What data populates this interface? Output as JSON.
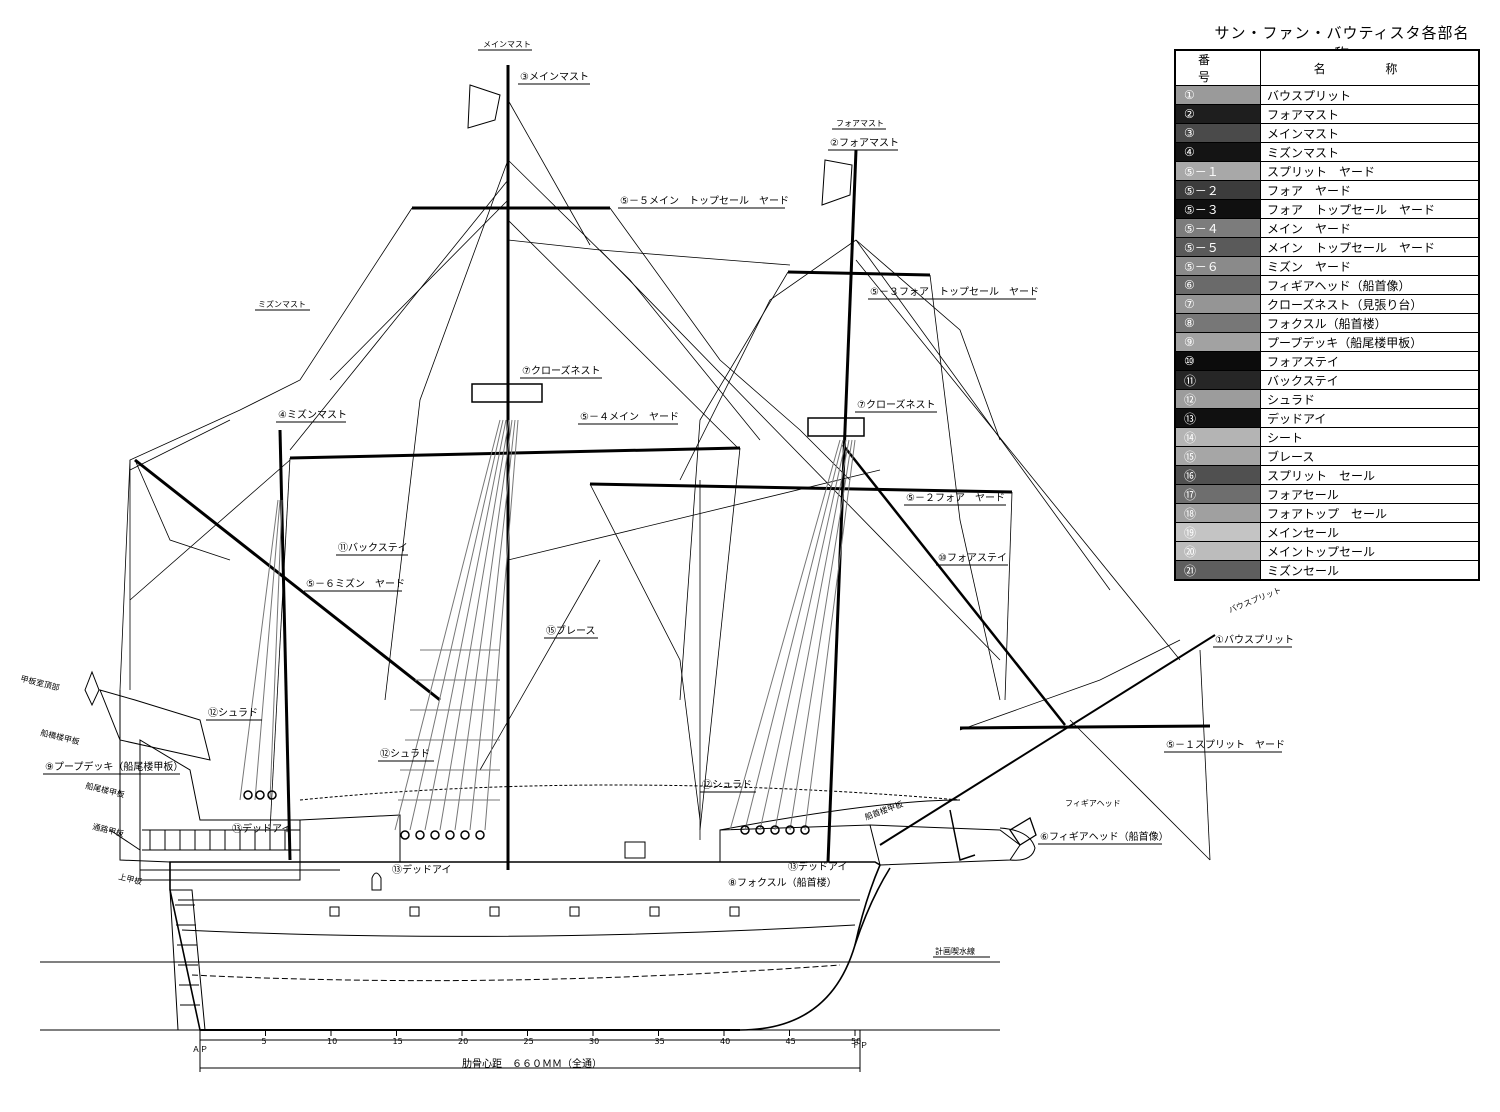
{
  "legend": {
    "title": "サン・ファン・バウティスタ各部名称",
    "col_number": "番 号",
    "col_name": "名 称",
    "rows": [
      {
        "num": "①",
        "name": "バウスプリット",
        "shade": "#9a9a9a"
      },
      {
        "num": "②",
        "name": "フォアマスト",
        "shade": "#1e1e1e"
      },
      {
        "num": "③",
        "name": "メインマスト",
        "shade": "#4a4a4a"
      },
      {
        "num": "④",
        "name": "ミズンマスト",
        "shade": "#141414"
      },
      {
        "num": "⑤－１",
        "name": "スプリット　ヤード",
        "shade": "#a8a8a8"
      },
      {
        "num": "⑤－２",
        "name": "フォア　ヤード",
        "shade": "#3c3c3c"
      },
      {
        "num": "⑤－３",
        "name": "フォア　トップセール　ヤード",
        "shade": "#101010"
      },
      {
        "num": "⑤－４",
        "name": "メイン　ヤード",
        "shade": "#7c7c7c"
      },
      {
        "num": "⑤－５",
        "name": "メイン　トップセール　ヤード",
        "shade": "#5a5a5a"
      },
      {
        "num": "⑤－６",
        "name": "ミズン　ヤード",
        "shade": "#8a8a8a"
      },
      {
        "num": "⑥",
        "name": "フィギアヘッド（船首像）",
        "shade": "#6a6a6a"
      },
      {
        "num": "⑦",
        "name": "クローズネスト（見張り台）",
        "shade": "#959595"
      },
      {
        "num": "⑧",
        "name": "フォクスル（船首楼）",
        "shade": "#777777"
      },
      {
        "num": "⑨",
        "name": "プープデッキ（船尾楼甲板）",
        "shade": "#a2a2a2"
      },
      {
        "num": "⑩",
        "name": "フォアステイ",
        "shade": "#0c0c0c"
      },
      {
        "num": "⑪",
        "name": "バックステイ",
        "shade": "#262626"
      },
      {
        "num": "⑫",
        "name": "シュラド",
        "shade": "#9c9c9c"
      },
      {
        "num": "⑬",
        "name": "デッドアイ",
        "shade": "#101010"
      },
      {
        "num": "⑭",
        "name": "シート",
        "shade": "#b4b4b4"
      },
      {
        "num": "⑮",
        "name": "ブレース",
        "shade": "#a6a6a6"
      },
      {
        "num": "⑯",
        "name": "スプリット　セール",
        "shade": "#505050"
      },
      {
        "num": "⑰",
        "name": "フォアセール",
        "shade": "#6e6e6e"
      },
      {
        "num": "⑱",
        "name": "フォアトップ　セール",
        "shade": "#a0a0a0"
      },
      {
        "num": "⑲",
        "name": "メインセール",
        "shade": "#c4c4c4"
      },
      {
        "num": "⑳",
        "name": "メイントップセール",
        "shade": "#bcbcbc"
      },
      {
        "num": "㉑",
        "name": "ミズンセール",
        "shade": "#5e5e5e"
      }
    ]
  },
  "labels": {
    "main_mast_top": "メインマスト",
    "main_mast": "③メインマスト",
    "fore_mast_top": "フォアマスト",
    "fore_mast": "②フォアマスト",
    "main_topsail_yard": "⑤－５メイン　トップセール　ヤード",
    "fore_topsail_yard": "⑤－３フォア　トップセール　ヤード",
    "mizzen_mast_top": "ミズンマスト",
    "crows_nest_main": "⑦クローズネスト",
    "crows_nest_fore": "⑦クローズネスト",
    "mizzen_mast": "④ミズンマスト",
    "main_yard": "⑤－４メイン　ヤード",
    "fore_yard": "⑤－２フォア　ヤード",
    "backstay": "⑪バックステイ",
    "forestay": "⑩フォアステイ",
    "mizzen_yard": "⑤－６ミズン　ヤード",
    "brace": "⑮ブレース",
    "bowsprit_top": "バウスプリット",
    "bowsprit": "①バウスプリット",
    "sprit_yard": "⑤－１スプリット　ヤード",
    "shroud_1": "⑫シュラド",
    "shroud_2": "⑫シュラド",
    "shroud_3": "⑫シュラド",
    "poop_top": "甲板室頂部",
    "quarterdeck": "船橋楼甲板",
    "poop_deck": "⑨プープデッキ（船尾楼甲板）",
    "stern_deck": "船尾楼甲板",
    "passage_deck": "通路甲板",
    "upper_deck": "上甲板",
    "deadeye_1": "⑬デッドアイ",
    "deadeye_2": "⑬デッドアイ",
    "deadeye_3": "⑬デッドアイ",
    "fo_castle": "⑧フォクスル（船首楼）",
    "fo_castle_deck": "船首楼甲板",
    "figurehead_top": "フィギアヘッド",
    "figurehead": "⑥フィギアヘッド（船首像）",
    "waterline": "計画喫水線",
    "ap": "ＡＰ",
    "fp": "ＦＰ",
    "frame_spacing": "肋骨心距　６６０ＭＭ（全通）",
    "ticks": [
      "5",
      "10",
      "15",
      "20",
      "25",
      "30",
      "35",
      "40",
      "45",
      "50"
    ]
  }
}
